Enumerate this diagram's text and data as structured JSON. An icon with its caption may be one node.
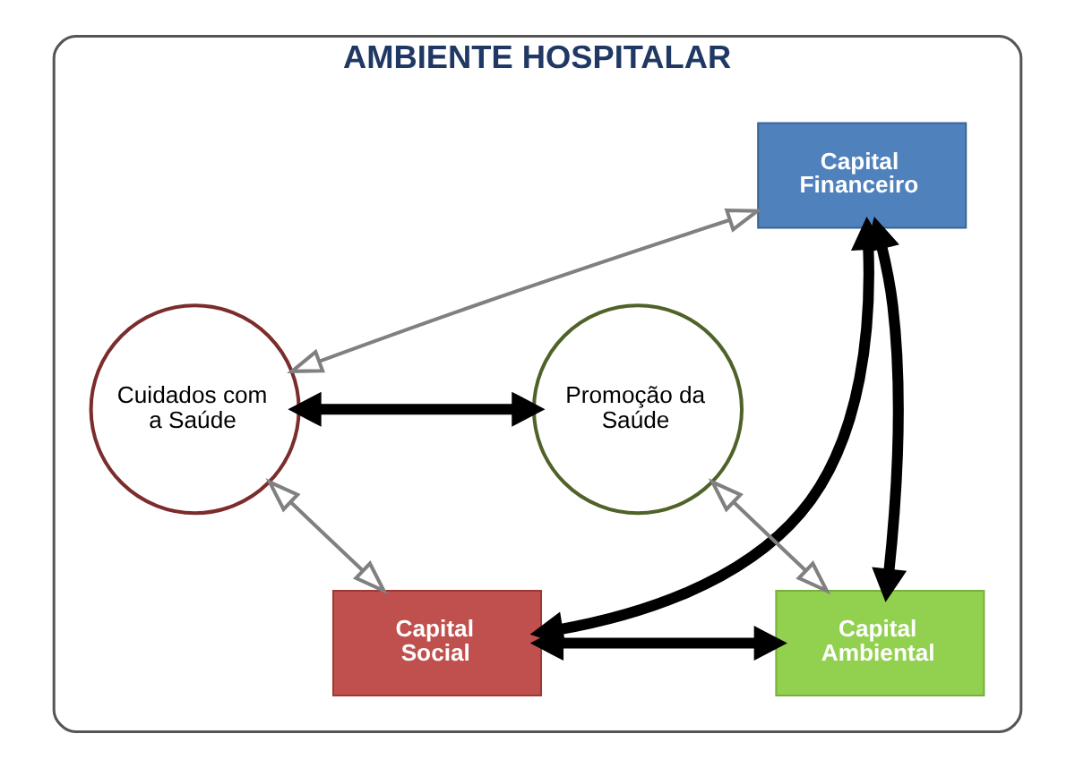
{
  "diagram": {
    "nodes": [
      {
        "text": [
          "AMBIENTE HOSPITALAR"
        ]
      },
      {
        "text": [
          "Capital Financeiro"
        ],
        "in": 0
      },
      {
        "text": [
          "Cuidados com a Saúde"
        ],
        "in": 0
      },
      {
        "text": [
          "Promoção da Saúde"
        ],
        "in": 0
      },
      {
        "text": [
          "Capital Social"
        ],
        "in": 0
      },
      {
        "text": [
          "Capital Ambiental"
        ],
        "in": 0
      }
    ],
    "edges": [
      {
        "from": 1,
        "to": 4,
        "arrow": "both"
      },
      {
        "from": 1,
        "to": 5,
        "arrow": "both"
      },
      {
        "from": 1,
        "to": 2,
        "arrow": "both",
        "color": "#808080"
      },
      {
        "from": 2,
        "to": 3,
        "arrow": "both"
      },
      {
        "from": 4,
        "to": 2,
        "arrow": "both",
        "color": "#808080"
      },
      {
        "from": 5,
        "to": 3,
        "arrow": "both",
        "color": "#808080"
      },
      {
        "from": 4,
        "to": 5,
        "arrow": "both"
      }
    ]
  }
}
